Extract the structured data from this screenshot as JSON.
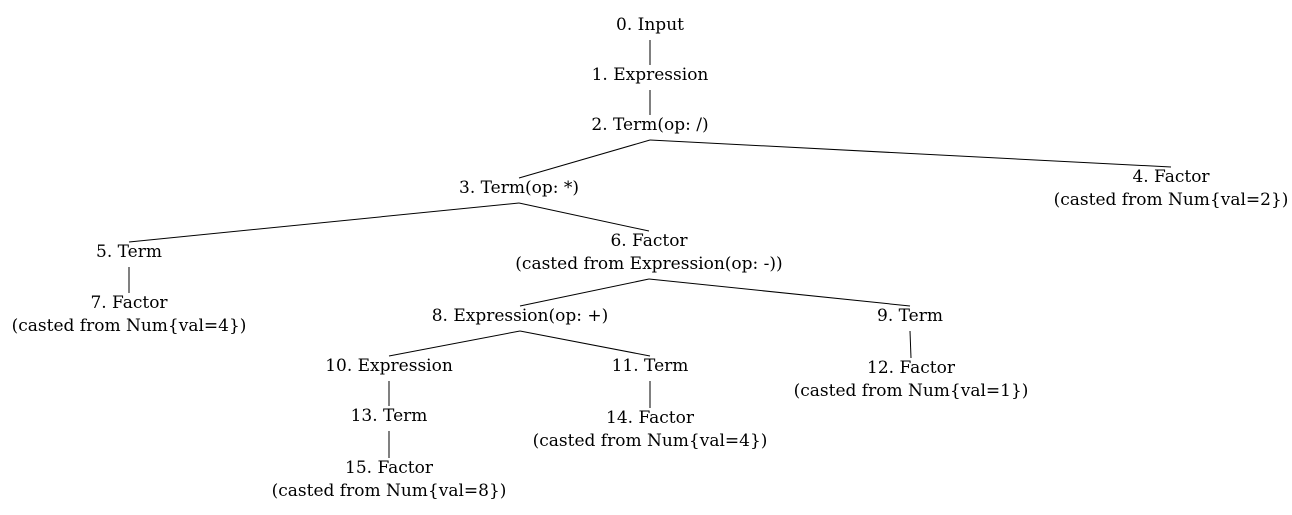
{
  "colors": {
    "ink": "#000000",
    "background": "#ffffff"
  },
  "tree": {
    "nodes": [
      {
        "id": "n0",
        "lines": [
          "0. Input"
        ]
      },
      {
        "id": "n1",
        "lines": [
          "1. Expression"
        ]
      },
      {
        "id": "n2",
        "lines": [
          "2. Term(op: /)"
        ]
      },
      {
        "id": "n3",
        "lines": [
          "3. Term(op: *)"
        ]
      },
      {
        "id": "n4",
        "lines": [
          "4. Factor",
          "(casted from Num{val=2})"
        ]
      },
      {
        "id": "n5",
        "lines": [
          "5. Term"
        ]
      },
      {
        "id": "n6",
        "lines": [
          "6. Factor",
          "(casted from Expression(op: -))"
        ]
      },
      {
        "id": "n7",
        "lines": [
          "7. Factor",
          "(casted from Num{val=4})"
        ]
      },
      {
        "id": "n8",
        "lines": [
          "8. Expression(op: +)"
        ]
      },
      {
        "id": "n9",
        "lines": [
          "9. Term"
        ]
      },
      {
        "id": "n10",
        "lines": [
          "10. Expression"
        ]
      },
      {
        "id": "n11",
        "lines": [
          "11. Term"
        ]
      },
      {
        "id": "n12",
        "lines": [
          "12. Factor",
          "(casted from Num{val=1})"
        ]
      },
      {
        "id": "n13",
        "lines": [
          "13. Term"
        ]
      },
      {
        "id": "n14",
        "lines": [
          "14. Factor",
          "(casted from Num{val=4})"
        ]
      },
      {
        "id": "n15",
        "lines": [
          "15. Factor",
          "(casted from Num{val=8})"
        ]
      }
    ],
    "edges": [
      [
        "n0",
        "n1"
      ],
      [
        "n1",
        "n2"
      ],
      [
        "n2",
        "n3"
      ],
      [
        "n2",
        "n4"
      ],
      [
        "n3",
        "n5"
      ],
      [
        "n3",
        "n6"
      ],
      [
        "n5",
        "n7"
      ],
      [
        "n6",
        "n8"
      ],
      [
        "n6",
        "n9"
      ],
      [
        "n8",
        "n10"
      ],
      [
        "n8",
        "n11"
      ],
      [
        "n9",
        "n12"
      ],
      [
        "n10",
        "n13"
      ],
      [
        "n11",
        "n14"
      ],
      [
        "n13",
        "n15"
      ]
    ]
  }
}
